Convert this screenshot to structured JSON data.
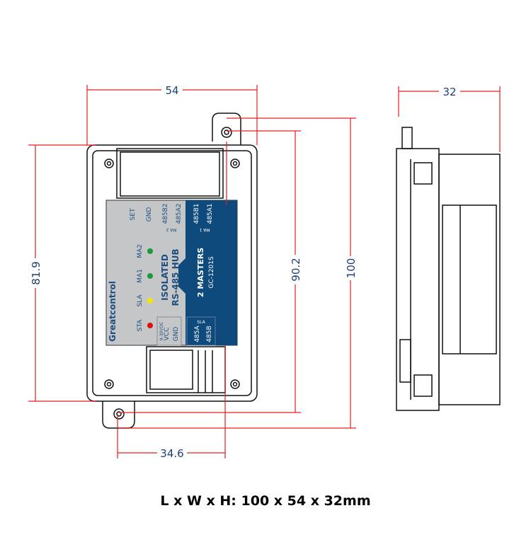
{
  "dimensions": {
    "width": "54",
    "depth": "32",
    "height_body": "81.9",
    "mount_spacing": "90.2",
    "length": "100",
    "offset": "34.6"
  },
  "caption": "L x W x H: 100 x 54 x 32mm",
  "label": {
    "brand": "Greatcontrol",
    "title_line1": "ISOLATED",
    "title_line2": "RS-485 HUB",
    "subtitle": "2 MASTERS",
    "model": "GC-1201S",
    "set": "SET",
    "gnd_top": "GND",
    "ma2_b": "485B2",
    "ma2_a": "485A2",
    "ma2": "MA 2",
    "ma1_b": "485B1",
    "ma1_a": "485A1",
    "ma1": "MA 1",
    "leds": [
      {
        "name": "MA2",
        "color": "#1a9a3a"
      },
      {
        "name": "MA1",
        "color": "#1a9a3a"
      },
      {
        "name": "SLA",
        "color": "#f2e500"
      },
      {
        "name": "STA",
        "color": "#e01010"
      }
    ],
    "power": "9-30VDC",
    "vcc": "VCC",
    "gnd": "GND",
    "sla": "SLA",
    "sla_a": "485A",
    "sla_b": "485B"
  },
  "colors": {
    "panel_gray": "#c4c6c8",
    "panel_blue": "#0e4a7c",
    "dim_red": "#e02020"
  }
}
